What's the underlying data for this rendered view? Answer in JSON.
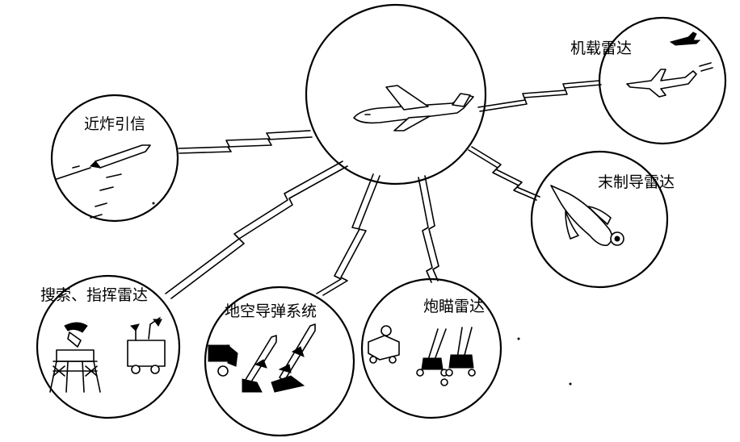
{
  "labels": {
    "airborne_radar": "机载雷达",
    "proximity_fuze": "近炸引信",
    "terminal_guidance_radar": "末制导雷达",
    "search_command_radar": "搜索、指挥雷达",
    "sam_system": "地空导弹系统",
    "gun_laying_radar": "炮瞄雷达"
  }
}
